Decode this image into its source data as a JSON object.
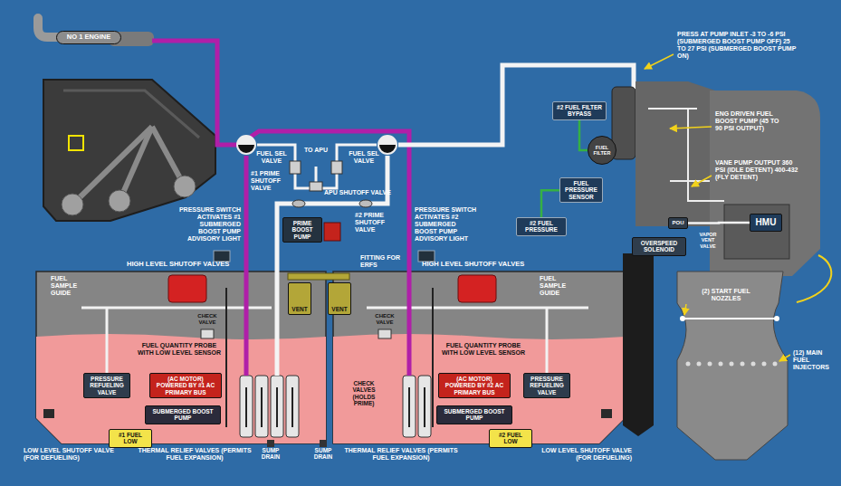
{
  "diagram": {
    "nodes": [
      {
        "text": [
          "NO 1 ENGINE"
        ]
      },
      {
        "text": [
          "PRIME BOOST PUMP"
        ]
      },
      {
        "text": [
          "#2 FUEL FILTER BYPASS"
        ]
      },
      {
        "text": [
          "FUEL FILTER"
        ]
      },
      {
        "text": [
          "FUEL PRESSURE SENSOR"
        ]
      },
      {
        "text": [
          "#2 FUEL PRESSURE"
        ]
      },
      {
        "text": [
          "HMU"
        ]
      },
      {
        "text": [
          "OVERSPEED SOLENOID"
        ]
      },
      {
        "text": [
          "POU"
        ]
      },
      {
        "text": [
          "VENT"
        ]
      },
      {
        "text": [
          "VENT"
        ]
      },
      {
        "text": [
          "PRESSURE REFUELING VALVE"
        ]
      },
      {
        "text": [
          "(AC MOTOR)",
          "POWERED BY #1 AC PRIMARY BUS"
        ]
      },
      {
        "text": [
          "SUBMERGED BOOST PUMP"
        ]
      },
      {
        "text": [
          "#1 FUEL LOW"
        ]
      },
      {
        "text": [
          "(AC MOTOR)",
          "POWERED BY #2 AC PRIMARY BUS"
        ]
      },
      {
        "text": [
          "SUBMERGED BOOST PUMP"
        ]
      },
      {
        "text": [
          "PRESSURE REFUELING VALVE"
        ]
      },
      {
        "text": [
          "#2 FUEL LOW"
        ]
      }
    ],
    "edges": [
      {
        "from": 3,
        "to": 2,
        "arrow": "none"
      },
      {
        "from": 4,
        "to": 5,
        "arrow": "none"
      },
      {
        "from": 8,
        "to": 6,
        "arrow": "none"
      }
    ],
    "labels": [
      "TO APU",
      "FUEL SEL VALVE",
      "FUEL SEL VALVE",
      "APU SHUTOFF VALVE",
      "#1 PRIME SHUTOFF VALVE",
      "#2 PRIME SHUTOFF VALVE",
      "PRESSURE SWITCH ACTIVATES #1 SUBMERGED BOOST PUMP ADVISORY LIGHT",
      "PRESSURE SWITCH ACTIVATES #2 SUBMERGED BOOST PUMP ADVISORY LIGHT",
      "HIGH LEVEL SHUTOFF VALVES",
      "HIGH LEVEL SHUTOFF VALVES",
      "FITTING FOR ERFS",
      "FUEL SAMPLE GUIDE",
      "FUEL SAMPLE GUIDE",
      "FUEL QUANTITY PROBE WITH LOW LEVEL SENSOR",
      "FUEL QUANTITY PROBE WITH LOW LEVEL SENSOR",
      "CHECK VALVE",
      "CHECK VALVE",
      "CHECK VALVES (HOLDS PRIME)",
      "THERMAL RELIEF VALVES (PERMITS FUEL EXPANSION)",
      "THERMAL RELIEF VALVES (PERMITS FUEL EXPANSION)",
      "SUMP DRAIN",
      "SUMP DRAIN",
      "LOW LEVEL SHUTOFF VALVE (FOR DEFUELING)",
      "LOW LEVEL SHUTOFF VALVE (FOR DEFUELING)",
      "PRESS AT PUMP INLET -3 TO -6 PSI (SUBMERGED BOOST PUMP OFF) 25 TO 27 PSI (SUBMERGED BOOST PUMP ON)",
      "ENG DRIVEN FUEL BOOST PUMP (45 TO 90 PSI OUTPUT)",
      "VANE PUMP OUTPUT 360 PSI (IDLE DETENT) 400-432 (FLY DETENT)",
      "VAPOR VENT VALVE",
      "(2) START FUEL NOZZLES",
      "(12) MAIN FUEL INJECTORS"
    ]
  }
}
